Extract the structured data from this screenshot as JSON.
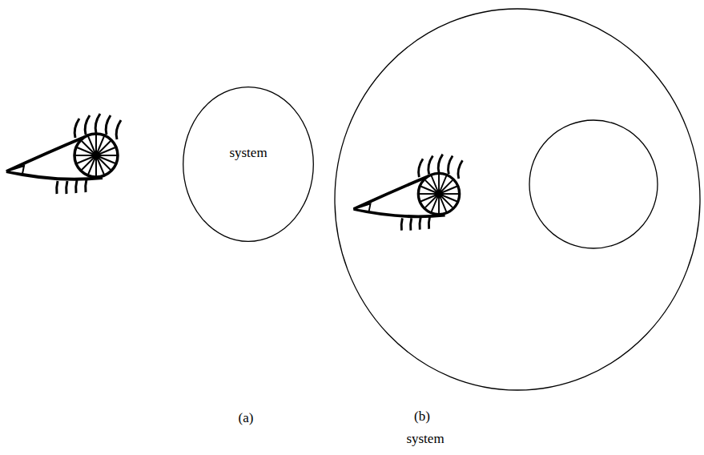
{
  "diagram": {
    "nodes": [
      {
        "text": [
          "system"
        ]
      }
    ],
    "labels": [
      "(a)",
      "(b)",
      "system"
    ]
  }
}
